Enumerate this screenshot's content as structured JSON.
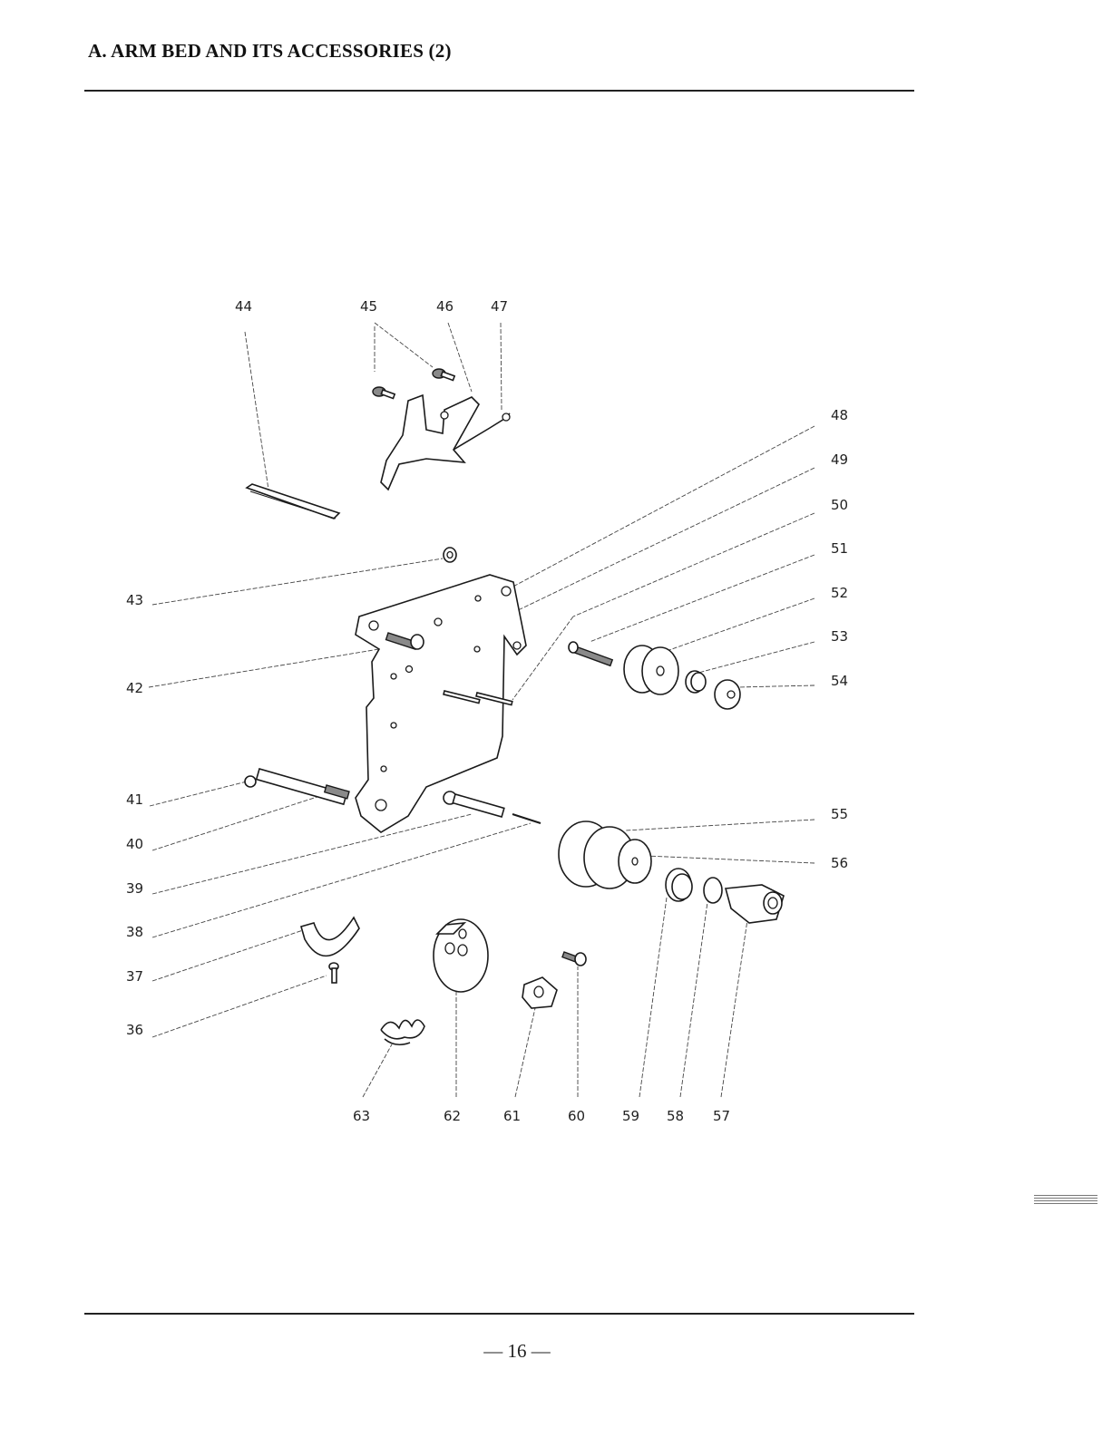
{
  "header": {
    "title": "A.  ARM BED AND ITS ACCESSORIES (2)"
  },
  "footer": {
    "page_number": "— 16 —"
  },
  "callouts": [
    "36",
    "37",
    "38",
    "39",
    "40",
    "41",
    "42",
    "43",
    "44",
    "45",
    "46",
    "47",
    "48",
    "49",
    "50",
    "51",
    "52",
    "53",
    "54",
    "55",
    "56",
    "57",
    "58",
    "59",
    "60",
    "61",
    "62",
    "63"
  ]
}
